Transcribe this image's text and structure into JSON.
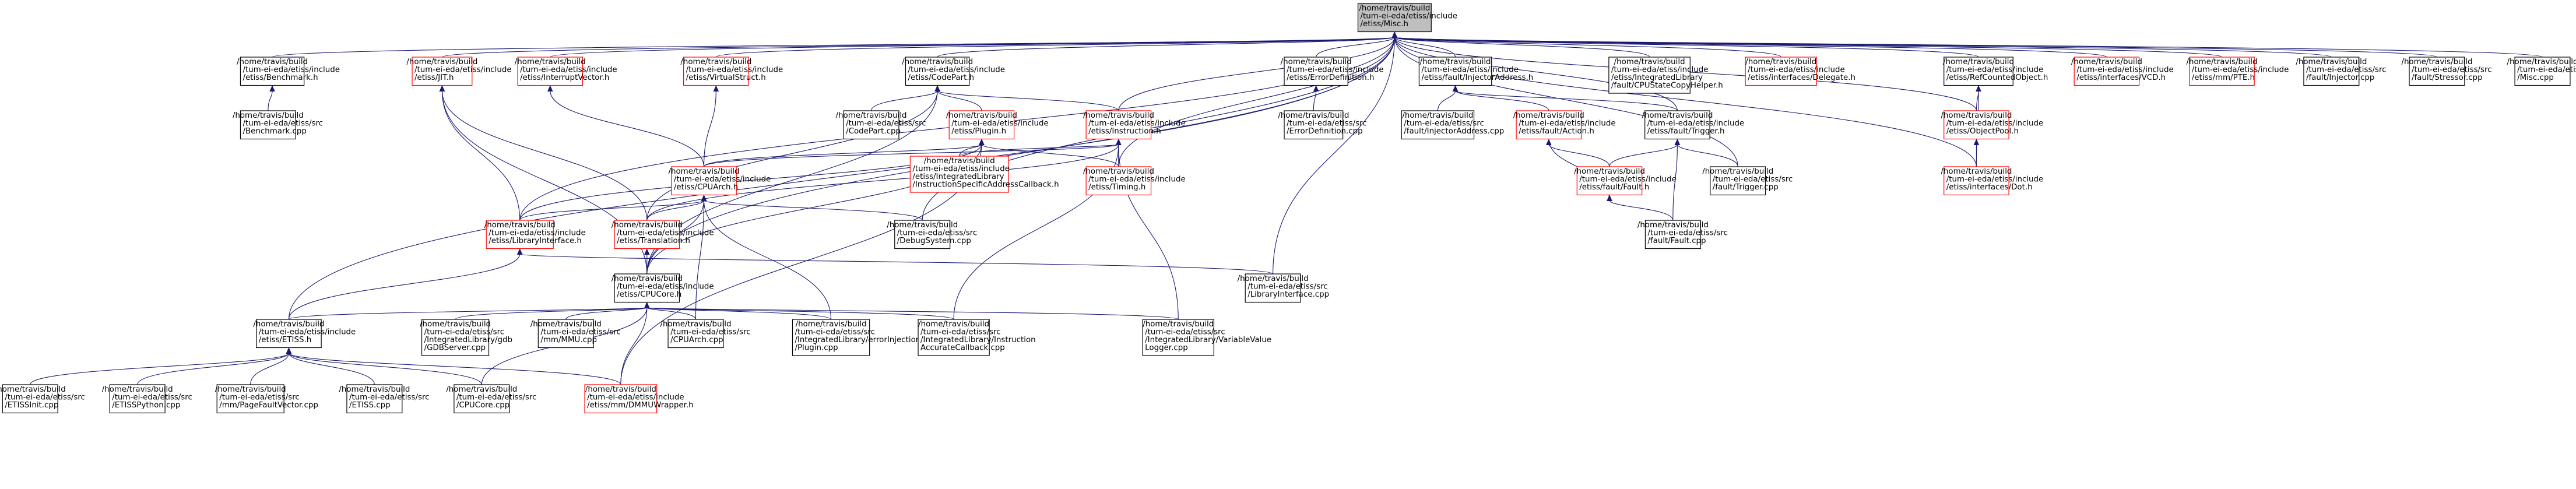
{
  "diagram": {
    "colors": {
      "edge": "#191970",
      "border_normal": "#000000",
      "border_truncated": "#ff0000",
      "fill_root": "#bfbfbf",
      "fill_normal": "#ffffff"
    },
    "nodes": [
      {
        "id": "misc_h",
        "lines": [
          "/home/travis/build",
          "/tum-ei-eda/etiss/include",
          "/etiss/Misc.h"
        ],
        "style": "root"
      },
      {
        "id": "benchmark_h",
        "lines": [
          "/home/travis/build",
          "/tum-ei-eda/etiss/include",
          "/etiss/Benchmark.h"
        ],
        "style": "normal"
      },
      {
        "id": "benchmark_cpp",
        "lines": [
          "/home/travis/build",
          "/tum-ei-eda/etiss/src",
          "/Benchmark.cpp"
        ],
        "style": "normal"
      },
      {
        "id": "jit_h",
        "lines": [
          "/home/travis/build",
          "/tum-ei-eda/etiss/include",
          "/etiss/JIT.h"
        ],
        "style": "truncated"
      },
      {
        "id": "interruptvector_h",
        "lines": [
          "/home/travis/build",
          "/tum-ei-eda/etiss/include",
          "/etiss/InterruptVector.h"
        ],
        "style": "truncated"
      },
      {
        "id": "virtualstruct_h",
        "lines": [
          "/home/travis/build",
          "/tum-ei-eda/etiss/include",
          "/etiss/VirtualStruct.h"
        ],
        "style": "truncated"
      },
      {
        "id": "codepart_h",
        "lines": [
          "/home/travis/build",
          "/tum-ei-eda/etiss/include",
          "/etiss/CodePart.h"
        ],
        "style": "normal"
      },
      {
        "id": "codepart_cpp",
        "lines": [
          "/home/travis/build",
          "/tum-ei-eda/etiss/src",
          "/CodePart.cpp"
        ],
        "style": "normal"
      },
      {
        "id": "plugin_h",
        "lines": [
          "/home/travis/build",
          "/tum-ei-eda/etiss/include",
          "/etiss/Plugin.h"
        ],
        "style": "truncated"
      },
      {
        "id": "instruction_h",
        "lines": [
          "/home/travis/build",
          "/tum-ei-eda/etiss/include",
          "/etiss/Instruction.h"
        ],
        "style": "truncated"
      },
      {
        "id": "cpuarch_h",
        "lines": [
          "/home/travis/build",
          "/tum-ei-eda/etiss/include",
          "/etiss/CPUArch.h"
        ],
        "style": "truncated"
      },
      {
        "id": "isacb_h",
        "lines": [
          "/home/travis/build",
          "/tum-ei-eda/etiss/include",
          "/etiss/IntegratedLibrary",
          "/InstructionSpecificAddressCallback.h"
        ],
        "style": "truncated"
      },
      {
        "id": "timing_h",
        "lines": [
          "/home/travis/build",
          "/tum-ei-eda/etiss/include",
          "/etiss/Timing.h"
        ],
        "style": "truncated"
      },
      {
        "id": "libraryinterface_h",
        "lines": [
          "/home/travis/build",
          "/tum-ei-eda/etiss/include",
          "/etiss/LibraryInterface.h"
        ],
        "style": "truncated"
      },
      {
        "id": "translation_h",
        "lines": [
          "/home/travis/build",
          "/tum-ei-eda/etiss/include",
          "/etiss/Translation.h"
        ],
        "style": "truncated"
      },
      {
        "id": "debugsystem_cpp",
        "lines": [
          "/home/travis/build",
          "/tum-ei-eda/etiss/src",
          "/DebugSystem.cpp"
        ],
        "style": "normal"
      },
      {
        "id": "cpucore_h",
        "lines": [
          "/home/travis/build",
          "/tum-ei-eda/etiss/include",
          "/etiss/CPUCore.h"
        ],
        "style": "normal"
      },
      {
        "id": "libraryinterface_cpp",
        "lines": [
          "/home/travis/build",
          "/tum-ei-eda/etiss/src",
          "/LibraryInterface.cpp"
        ],
        "style": "normal"
      },
      {
        "id": "etiss_h",
        "lines": [
          "/home/travis/build",
          "/tum-ei-eda/etiss/include",
          "/etiss/ETISS.h"
        ],
        "style": "normal"
      },
      {
        "id": "gdbserver_cpp",
        "lines": [
          "/home/travis/build",
          "/tum-ei-eda/etiss/src",
          "/IntegratedLibrary/gdb",
          "/GDBServer.cpp"
        ],
        "style": "normal"
      },
      {
        "id": "mmu_cpp",
        "lines": [
          "/home/travis/build",
          "/tum-ei-eda/etiss/src",
          "/mm/MMU.cpp"
        ],
        "style": "normal"
      },
      {
        "id": "cpuarch_cpp",
        "lines": [
          "/home/travis/build",
          "/tum-ei-eda/etiss/src",
          "/CPUArch.cpp"
        ],
        "style": "normal"
      },
      {
        "id": "errorinj_cpp",
        "lines": [
          "/home/travis/build",
          "/tum-ei-eda/etiss/src",
          "/IntegratedLibrary/errorInjection",
          "/Plugin.cpp"
        ],
        "style": "normal"
      },
      {
        "id": "iacb_cpp",
        "lines": [
          "/home/travis/build",
          "/tum-ei-eda/etiss/src",
          "/IntegratedLibrary/Instruction",
          "AccurateCallback.cpp"
        ],
        "style": "normal"
      },
      {
        "id": "varvaluelogger_cpp",
        "lines": [
          "/home/travis/build",
          "/tum-ei-eda/etiss/src",
          "/IntegratedLibrary/VariableValue",
          "Logger.cpp"
        ],
        "style": "normal"
      },
      {
        "id": "etissinit_cpp",
        "lines": [
          "/home/travis/build",
          "/tum-ei-eda/etiss/src",
          "/ETISSInit.cpp"
        ],
        "style": "normal"
      },
      {
        "id": "etisspython_cpp",
        "lines": [
          "/home/travis/build",
          "/tum-ei-eda/etiss/src",
          "/ETISSPython.cpp"
        ],
        "style": "normal"
      },
      {
        "id": "pagefaultvector_cpp",
        "lines": [
          "/home/travis/build",
          "/tum-ei-eda/etiss/src",
          "/mm/PageFaultVector.cpp"
        ],
        "style": "normal"
      },
      {
        "id": "etiss_cpp",
        "lines": [
          "/home/travis/build",
          "/tum-ei-eda/etiss/src",
          "/ETISS.cpp"
        ],
        "style": "normal"
      },
      {
        "id": "cpucore_cpp",
        "lines": [
          "/home/travis/build",
          "/tum-ei-eda/etiss/src",
          "/CPUCore.cpp"
        ],
        "style": "normal"
      },
      {
        "id": "dmmuwrapper_h",
        "lines": [
          "/home/travis/build",
          "/tum-ei-eda/etiss/include",
          "/etiss/mm/DMMUWrapper.h"
        ],
        "style": "truncated"
      },
      {
        "id": "errordefinition_h",
        "lines": [
          "/home/travis/build",
          "/tum-ei-eda/etiss/include",
          "/etiss/ErrorDefinition.h"
        ],
        "style": "normal"
      },
      {
        "id": "errordefinition_cpp",
        "lines": [
          "/home/travis/build",
          "/tum-ei-eda/etiss/src",
          "/ErrorDefinition.cpp"
        ],
        "style": "normal"
      },
      {
        "id": "injectoraddress_h",
        "lines": [
          "/home/travis/build",
          "/tum-ei-eda/etiss/include",
          "/etiss/fault/InjectorAddress.h"
        ],
        "style": "normal"
      },
      {
        "id": "injectoraddress_cpp",
        "lines": [
          "/home/travis/build",
          "/tum-ei-eda/etiss/src",
          "/fault/InjectorAddress.cpp"
        ],
        "style": "normal"
      },
      {
        "id": "faultaction_h",
        "lines": [
          "/home/travis/build",
          "/tum-ei-eda/etiss/include",
          "/etiss/fault/Action.h"
        ],
        "style": "truncated"
      },
      {
        "id": "faulttrigger_h",
        "lines": [
          "/home/travis/build",
          "/tum-ei-eda/etiss/include",
          "/etiss/fault/Trigger.h"
        ],
        "style": "normal"
      },
      {
        "id": "faultfault_h",
        "lines": [
          "/home/travis/build",
          "/tum-ei-eda/etiss/include",
          "/etiss/fault/Fault.h"
        ],
        "style": "truncated"
      },
      {
        "id": "faulttrigger_cpp",
        "lines": [
          "/home/travis/build",
          "/tum-ei-eda/etiss/src",
          "/fault/Trigger.cpp"
        ],
        "style": "normal"
      },
      {
        "id": "faultfault_cpp",
        "lines": [
          "/home/travis/build",
          "/tum-ei-eda/etiss/src",
          "/fault/Fault.cpp"
        ],
        "style": "normal"
      },
      {
        "id": "cpustatecopier_h",
        "lines": [
          "/home/travis/build",
          "/tum-ei-eda/etiss/include",
          "/etiss/IntegratedLibrary",
          "/fault/CPUStateCopyHelper.h"
        ],
        "style": "normal"
      },
      {
        "id": "delegate_h",
        "lines": [
          "/home/travis/build",
          "/tum-ei-eda/etiss/include",
          "/etiss/interfaces/Delegate.h"
        ],
        "style": "truncated"
      },
      {
        "id": "refcountedobject_h",
        "lines": [
          "/home/travis/build",
          "/tum-ei-eda/etiss/include",
          "/etiss/RefCountedObject.h"
        ],
        "style": "normal"
      },
      {
        "id": "objectpool_h",
        "lines": [
          "/home/travis/build",
          "/tum-ei-eda/etiss/include",
          "/etiss/ObjectPool.h"
        ],
        "style": "truncated"
      },
      {
        "id": "dot_h",
        "lines": [
          "/home/travis/build",
          "/tum-ei-eda/etiss/include",
          "/etiss/interfaces/Dot.h"
        ],
        "style": "truncated"
      },
      {
        "id": "vcd_h",
        "lines": [
          "/home/travis/build",
          "/tum-ei-eda/etiss/include",
          "/etiss/interfaces/VCD.h"
        ],
        "style": "truncated"
      },
      {
        "id": "pte_h",
        "lines": [
          "/home/travis/build",
          "/tum-ei-eda/etiss/include",
          "/etiss/mm/PTE.h"
        ],
        "style": "truncated"
      },
      {
        "id": "injector_cpp",
        "lines": [
          "/home/travis/build",
          "/tum-ei-eda/etiss/src",
          "/fault/Injector.cpp"
        ],
        "style": "normal"
      },
      {
        "id": "stressor_cpp",
        "lines": [
          "/home/travis/build",
          "/tum-ei-eda/etiss/src",
          "/fault/Stressor.cpp"
        ],
        "style": "normal"
      },
      {
        "id": "misc_cpp",
        "lines": [
          "/home/travis/build",
          "/tum-ei-eda/etiss/src",
          "/Misc.cpp"
        ],
        "style": "normal"
      }
    ],
    "edges": [
      [
        "misc_h",
        "benchmark_h"
      ],
      [
        "misc_h",
        "jit_h"
      ],
      [
        "misc_h",
        "interruptvector_h"
      ],
      [
        "misc_h",
        "virtualstruct_h"
      ],
      [
        "misc_h",
        "codepart_h"
      ],
      [
        "misc_h",
        "instruction_h"
      ],
      [
        "misc_h",
        "libraryinterface_h"
      ],
      [
        "misc_h",
        "cpucore_h"
      ],
      [
        "misc_h",
        "etiss_h"
      ],
      [
        "misc_h",
        "debugsystem_cpp"
      ],
      [
        "misc_h",
        "timing_h"
      ],
      [
        "misc_h",
        "libraryinterface_cpp"
      ],
      [
        "misc_h",
        "errordefinition_h"
      ],
      [
        "misc_h",
        "injectoraddress_h"
      ],
      [
        "misc_h",
        "faulttrigger_h"
      ],
      [
        "misc_h",
        "cpustatecopier_h"
      ],
      [
        "misc_h",
        "delegate_h"
      ],
      [
        "misc_h",
        "refcountedobject_h"
      ],
      [
        "misc_h",
        "objectpool_h"
      ],
      [
        "misc_h",
        "dot_h"
      ],
      [
        "misc_h",
        "vcd_h"
      ],
      [
        "misc_h",
        "pte_h"
      ],
      [
        "misc_h",
        "injector_cpp"
      ],
      [
        "misc_h",
        "stressor_cpp"
      ],
      [
        "misc_h",
        "misc_cpp"
      ],
      [
        "misc_h",
        "faulttrigger_cpp"
      ],
      [
        "benchmark_h",
        "benchmark_cpp"
      ],
      [
        "jit_h",
        "libraryinterface_h"
      ],
      [
        "jit_h",
        "translation_h"
      ],
      [
        "jit_h",
        "cpucore_h"
      ],
      [
        "interruptvector_h",
        "cpuarch_h"
      ],
      [
        "virtualstruct_h",
        "cpuarch_h"
      ],
      [
        "codepart_h",
        "codepart_cpp"
      ],
      [
        "codepart_h",
        "plugin_h"
      ],
      [
        "codepart_h",
        "instruction_h"
      ],
      [
        "codepart_h",
        "translation_h"
      ],
      [
        "codepart_h",
        "cpucore_h"
      ],
      [
        "plugin_h",
        "cpuarch_h"
      ],
      [
        "plugin_h",
        "isacb_h"
      ],
      [
        "plugin_h",
        "timing_h"
      ],
      [
        "plugin_h",
        "libraryinterface_h"
      ],
      [
        "plugin_h",
        "cpucore_h"
      ],
      [
        "plugin_h",
        "dmmuwrapper_h"
      ],
      [
        "instruction_h",
        "cpuarch_h"
      ],
      [
        "instruction_h",
        "isacb_h"
      ],
      [
        "instruction_h",
        "timing_h"
      ],
      [
        "instruction_h",
        "translation_h"
      ],
      [
        "instruction_h",
        "iacb_cpp"
      ],
      [
        "instruction_h",
        "varvaluelogger_cpp"
      ],
      [
        "cpuarch_h",
        "libraryinterface_h"
      ],
      [
        "cpuarch_h",
        "translation_h"
      ],
      [
        "cpuarch_h",
        "debugsystem_cpp"
      ],
      [
        "cpuarch_h",
        "cpucore_h"
      ],
      [
        "cpuarch_h",
        "cpuarch_cpp"
      ],
      [
        "cpuarch_h",
        "errorinj_cpp"
      ],
      [
        "libraryinterface_h",
        "etiss_h"
      ],
      [
        "libraryinterface_h",
        "libraryinterface_cpp"
      ],
      [
        "translation_h",
        "cpucore_h"
      ],
      [
        "cpucore_h",
        "etiss_h"
      ],
      [
        "cpucore_h",
        "gdbserver_cpp"
      ],
      [
        "cpucore_h",
        "mmu_cpp"
      ],
      [
        "cpucore_h",
        "cpuarch_cpp"
      ],
      [
        "cpucore_h",
        "errorinj_cpp"
      ],
      [
        "cpucore_h",
        "iacb_cpp"
      ],
      [
        "cpucore_h",
        "varvaluelogger_cpp"
      ],
      [
        "cpucore_h",
        "dmmuwrapper_h"
      ],
      [
        "cpucore_h",
        "cpucore_cpp"
      ],
      [
        "etiss_h",
        "etissinit_cpp"
      ],
      [
        "etiss_h",
        "etisspython_cpp"
      ],
      [
        "etiss_h",
        "pagefaultvector_cpp"
      ],
      [
        "etiss_h",
        "etiss_cpp"
      ],
      [
        "etiss_h",
        "cpucore_cpp"
      ],
      [
        "etiss_h",
        "dmmuwrapper_h"
      ],
      [
        "errordefinition_h",
        "errordefinition_cpp"
      ],
      [
        "injectoraddress_h",
        "injectoraddress_cpp"
      ],
      [
        "injectoraddress_h",
        "faultaction_h"
      ],
      [
        "injectoraddress_h",
        "faulttrigger_h"
      ],
      [
        "faultaction_h",
        "faultfault_h"
      ],
      [
        "faultfault_h",
        "faultaction_h"
      ],
      [
        "faulttrigger_h",
        "faultfault_h"
      ],
      [
        "faulttrigger_h",
        "faulttrigger_cpp"
      ],
      [
        "faulttrigger_h",
        "faultfault_cpp"
      ],
      [
        "faultfault_h",
        "faultfault_cpp"
      ],
      [
        "refcountedobject_h",
        "objectpool_h"
      ],
      [
        "refcountedobject_h",
        "dot_h"
      ],
      [
        "objectpool_h",
        "dot_h"
      ]
    ]
  }
}
